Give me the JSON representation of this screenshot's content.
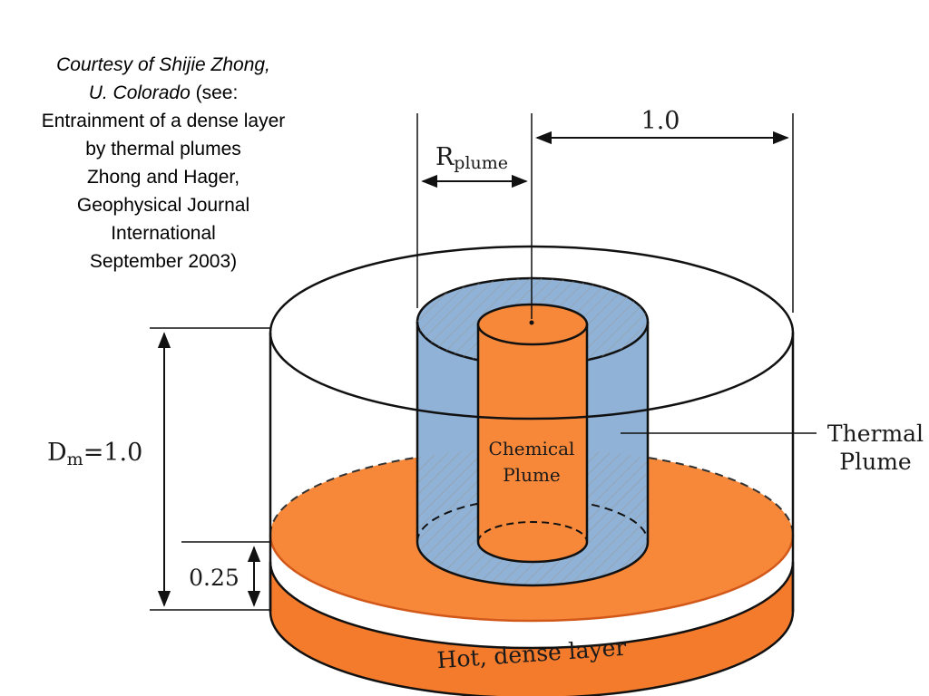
{
  "caption": {
    "line1_italic": "Courtesy of Shijie Zhong,",
    "line2_italic": "U. Colorado",
    "line2_rest": " (see:",
    "line3": "Entrainment of a dense layer",
    "line4": "by thermal plumes",
    "line5": "Zhong and Hager,",
    "line6": "Geophysical Journal",
    "line7": "International",
    "line8": "September 2003)"
  },
  "diagram": {
    "top_width_label": "1.0",
    "rplume_label_main": "R",
    "rplume_label_sub": "plume",
    "depth_label_main": "D",
    "depth_label_sub": "m",
    "depth_label_value": "=1.0",
    "layer_thickness_label": "0.25",
    "thermal_plume_label_line1": "Thermal",
    "thermal_plume_label_line2": "Plume",
    "chemical_plume_label_line1": "Chemical",
    "chemical_plume_label_line2": "Plume",
    "dense_layer_label": "Hot, dense layer"
  },
  "colors": {
    "thermal_plume_blue": "#8fb2d6",
    "chemical_plume_orange": "#f7883a",
    "dense_layer_orange": "#f7883a",
    "dense_layer_side": "#f47a2c",
    "outline": "#111111"
  }
}
